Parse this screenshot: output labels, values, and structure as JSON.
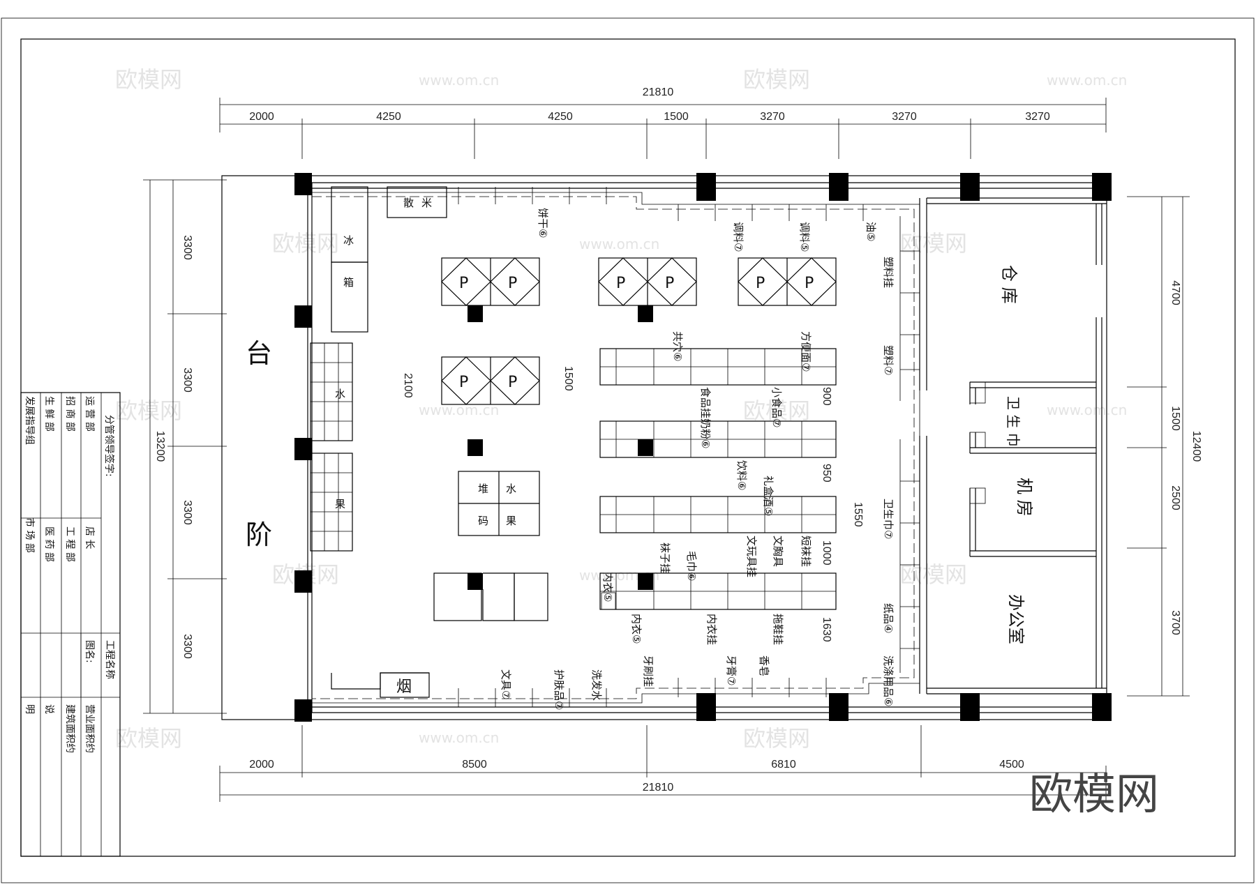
{
  "dimensions": {
    "top_total": "21810",
    "top_segments": [
      "2000",
      "4250",
      "4250",
      "1500",
      "3270",
      "3270",
      "3270"
    ],
    "bottom_segments": [
      "2000",
      "8500",
      "6810",
      "4500"
    ],
    "bottom_total": "21810",
    "left_segments": [
      "3300",
      "3300",
      "3300",
      "3300"
    ],
    "left_total": "13200",
    "right_segments": [
      "4700",
      "1500",
      "2500",
      "3700"
    ],
    "right_total": "12400",
    "inner": [
      "2100",
      "1500",
      "900",
      "950",
      "1550",
      "1000",
      "1630"
    ]
  },
  "areas": {
    "stage": [
      "台",
      "阶"
    ],
    "warehouse": "仓 库",
    "restroom": "卫 生 巾",
    "machine_room": "机 房",
    "office": "办公室"
  },
  "fixtures": {
    "freezer": [
      "冰",
      "箱"
    ],
    "loose_rice": [
      "散",
      "米"
    ],
    "water": "水",
    "fruit": "果",
    "fruit_pile": [
      "水",
      "果",
      "堆",
      "码"
    ],
    "tobacco": "烟",
    "pallet": "P"
  },
  "shelf_labels": [
    "饼干⑥",
    "调料⑦",
    "调料⑤",
    "油⑤",
    "塑料挂",
    "塑料⑦",
    "方便面⑦",
    "共穴⑥",
    "小食品⑦",
    "食品挂奶粉⑥",
    "饮料⑥",
    "礼盒酒⑤",
    "短袜挂",
    "文胸具",
    "文玩具挂",
    "毛巾⑥",
    "袜子挂",
    "内衣⑤",
    "拖鞋挂",
    "内衣挂",
    "内衣⑤",
    "卫生巾⑦",
    "纸品④",
    "洗涤用品⑥",
    "香皂",
    "牙膏⑦",
    "牙刷挂",
    "洗发水",
    "护肤品⑦",
    "文具⑦"
  ],
  "title_block": {
    "heading": "分管领导签字:",
    "rows": [
      [
        "运 营 部",
        "店 长"
      ],
      [
        "招 商 部",
        "工 程 部"
      ],
      [
        "生 鲜 部",
        "医 药 部"
      ],
      [
        "发展指导组",
        "市 场 部"
      ]
    ],
    "project": "工程名称",
    "drawing": "图名:",
    "business_area": "营业面积约",
    "building_area": "建筑面积约",
    "notes": [
      "说",
      "明"
    ]
  },
  "watermark": {
    "brand": "欧模网",
    "url": "www.om.cn"
  }
}
